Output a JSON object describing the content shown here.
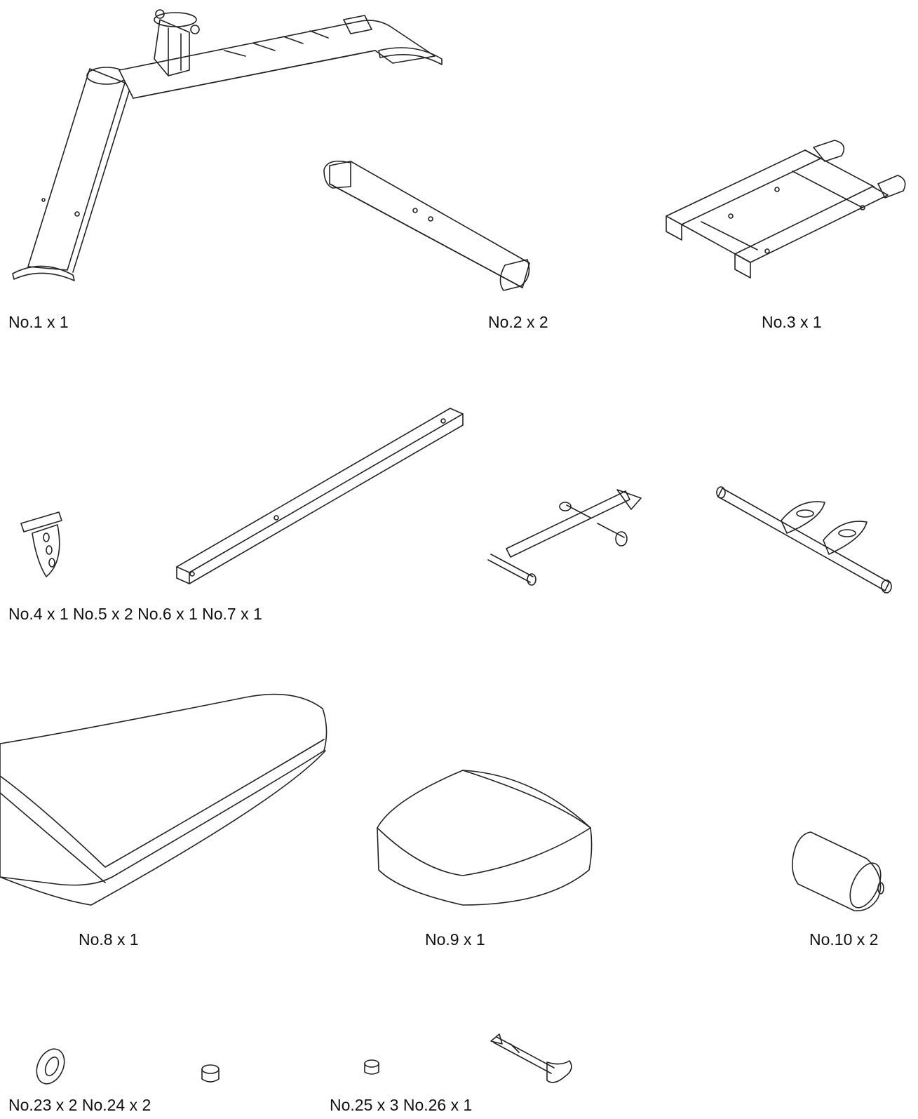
{
  "parts_list": {
    "labels": {
      "p1": "No.1 x 1",
      "p2": "No.2 x 2",
      "p3": "No.3 x 1",
      "row2": "No.4 x 1 No.5 x 2 No.6 x 1 No.7 x 1",
      "p8": "No.8 x 1",
      "p9": "No.9 x 1",
      "p10": "No.10 x 2",
      "row4a": "No.23 x 2 No.24 x 2",
      "row4b": "No.25 x 3 No.26 x 1"
    },
    "colors": {
      "line": "#222222",
      "text": "#111111",
      "background": "#ffffff"
    }
  }
}
